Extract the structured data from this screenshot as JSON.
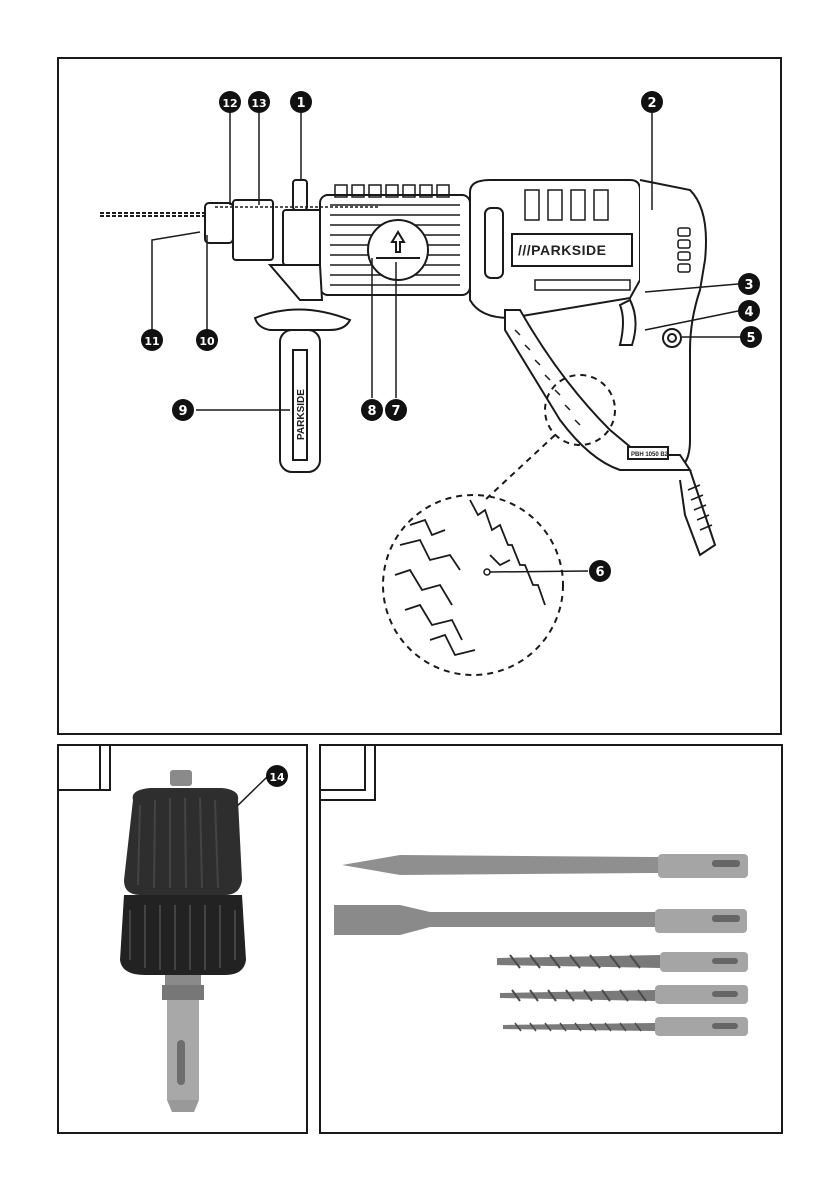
{
  "figure_main": {
    "brand_label": "///PARKSIDE",
    "handle_brand_label": "PARKSIDE",
    "model_label": "PBH 1050 B2",
    "callouts": [
      "1",
      "2",
      "3",
      "4",
      "5",
      "6",
      "7",
      "8",
      "9",
      "10",
      "11",
      "12",
      "13",
      "14"
    ]
  },
  "figure_chuck": {
    "callout": "14"
  },
  "colors": {
    "line": "#1a1a1a",
    "callout_fill": "#111111",
    "steel": "#9a9a9a",
    "chuck_body": "#2b2b2b"
  }
}
